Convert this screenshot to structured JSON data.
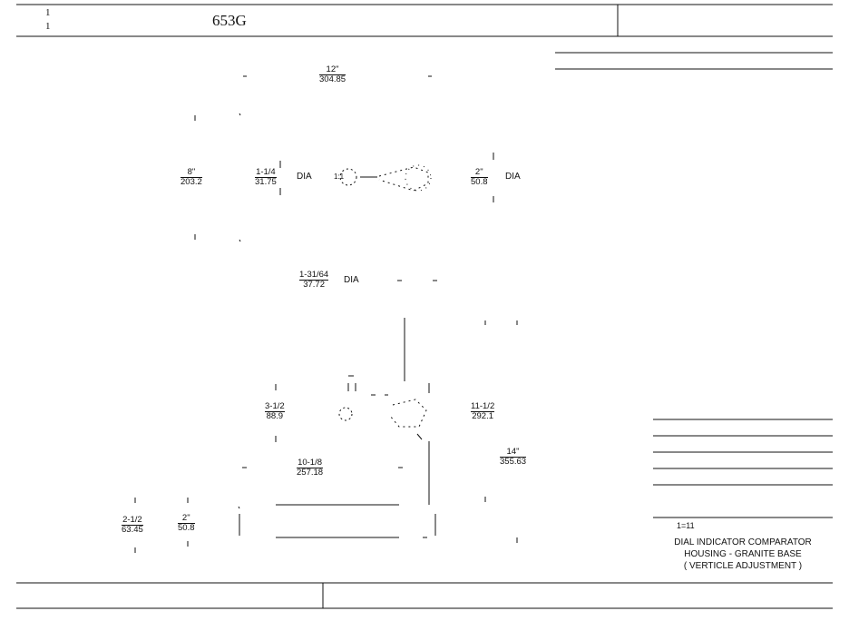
{
  "header": {
    "sheet_num_top": "1",
    "sheet_num_bottom": "1",
    "part_number": "653G"
  },
  "dimensions": {
    "overall_width": {
      "imperial": "12\"",
      "metric": "304.85"
    },
    "height_left": {
      "imperial": "8\"",
      "metric": "203.2"
    },
    "dia_small": {
      "imperial": "1-1/4",
      "metric": "31.75",
      "suffix": "DIA"
    },
    "dia_right": {
      "imperial": "2\"",
      "metric": "50.8",
      "suffix": "DIA"
    },
    "dia_mid": {
      "imperial": "1-31/64",
      "metric": "37.72",
      "suffix": "DIA"
    },
    "dim_3_1_2": {
      "imperial": "3-1/2",
      "metric": "88.9"
    },
    "dim_11_1_2": {
      "imperial": "11-1/2",
      "metric": "292.1"
    },
    "dim_14": {
      "imperial": "14\"",
      "metric": "355.63"
    },
    "dim_10_1_8": {
      "imperial": "10-1/8",
      "metric": "257.18"
    },
    "dim_2_1_2": {
      "imperial": "2-1/2",
      "metric": "63.45"
    },
    "dim_2_base": {
      "imperial": "2\"",
      "metric": "50.8"
    },
    "small_label": "1:1"
  },
  "title_block": {
    "scale_label": "1=11",
    "description_line1": "DIAL INDICATOR COMPARATOR",
    "description_line2": "HOUSING - GRANITE BASE",
    "description_line3": "( VERTICLE ADJUSTMENT )"
  }
}
